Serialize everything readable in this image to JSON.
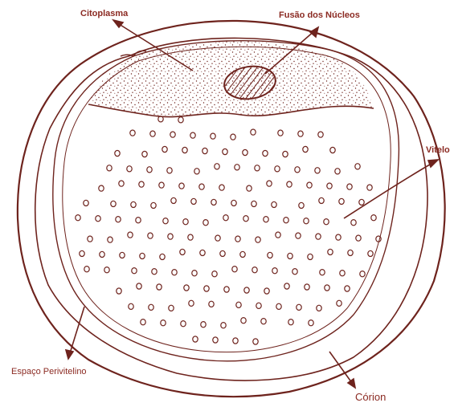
{
  "labels": {
    "citoplasma": "Citoplasma",
    "fusao": "Fusão dos Núcleos",
    "vitelo": "Vitelo",
    "espaco": "Espaço Perivitelino",
    "corion": "Córion"
  },
  "colors": {
    "ink": "#6e231d",
    "label": "#8b2a22",
    "background": "#ffffff"
  }
}
